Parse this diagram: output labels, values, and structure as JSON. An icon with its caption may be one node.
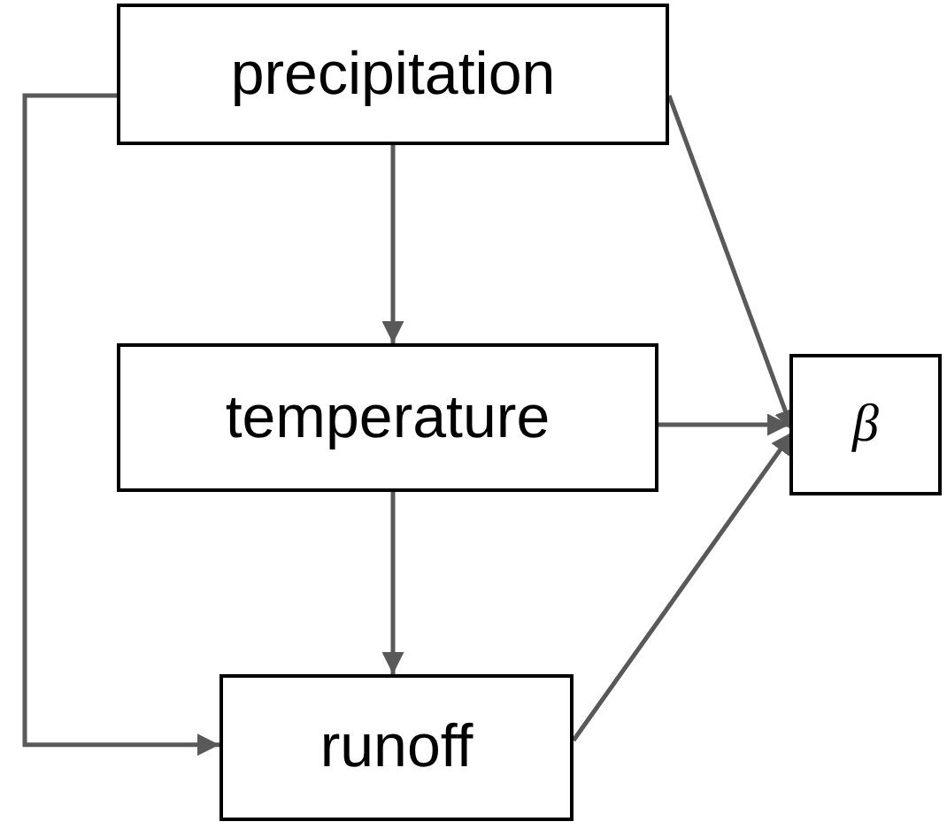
{
  "diagram": {
    "nodes": [
      {
        "text": [
          "precipitation"
        ]
      },
      {
        "text": [
          "temperature"
        ]
      },
      {
        "text": [
          "runoff"
        ]
      },
      {
        "text": [
          "*β*"
        ]
      }
    ],
    "edges": [
      {
        "from": 0,
        "to": 1,
        "arrow": "to"
      },
      {
        "from": 1,
        "to": 2,
        "arrow": "to"
      },
      {
        "from": 0,
        "to": 2,
        "arrow": "to"
      },
      {
        "from": 0,
        "to": 3,
        "arrow": "to"
      },
      {
        "from": 1,
        "to": 3,
        "arrow": "to"
      },
      {
        "from": 2,
        "to": 3,
        "arrow": "to"
      }
    ]
  }
}
